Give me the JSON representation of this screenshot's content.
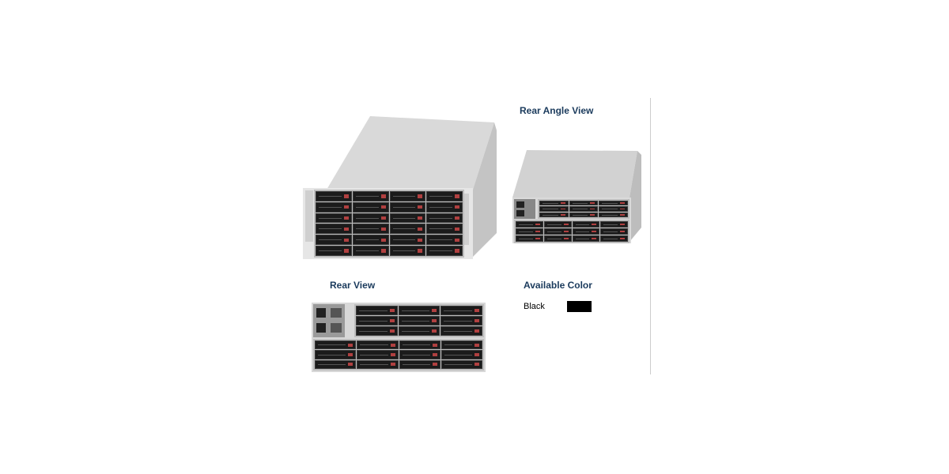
{
  "sections": {
    "main_image": {
      "alt": "Front angle view of 4U storage server chassis"
    },
    "rear_angle": {
      "title": "Rear Angle View",
      "alt": "Rear angle view of chassis"
    },
    "rear_view": {
      "title": "Rear View",
      "alt": "Rear view of chassis"
    },
    "available_color": {
      "title": "Available Color",
      "options": [
        {
          "name": "Black",
          "swatch_hex": "#000000"
        }
      ]
    }
  },
  "colors": {
    "heading": "#1a3a5c",
    "divider": "#cccccc"
  }
}
